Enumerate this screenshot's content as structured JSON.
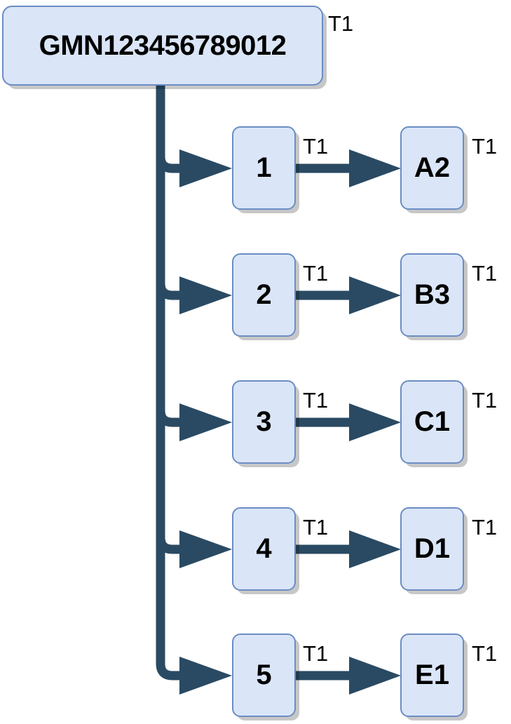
{
  "diagram": {
    "type": "tree",
    "orientation": "left-to-right",
    "colors": {
      "node_fill": "#dae5f7",
      "node_border": "#6b8dc4",
      "edge": "#2a4a63",
      "text": "#000000",
      "shadow": "#bcbcbc",
      "background": "#ffffff"
    },
    "root": {
      "label": "GMN123456789012",
      "tag": "T1"
    },
    "branches": [
      {
        "middle": {
          "label": "1",
          "tag": "T1"
        },
        "leaf": {
          "label": "A2",
          "tag": "T1"
        }
      },
      {
        "middle": {
          "label": "2",
          "tag": "T1"
        },
        "leaf": {
          "label": "B3",
          "tag": "T1"
        }
      },
      {
        "middle": {
          "label": "3",
          "tag": "T1"
        },
        "leaf": {
          "label": "C1",
          "tag": "T1"
        }
      },
      {
        "middle": {
          "label": "4",
          "tag": "T1"
        },
        "leaf": {
          "label": "D1",
          "tag": "T1"
        }
      },
      {
        "middle": {
          "label": "5",
          "tag": "T1"
        },
        "leaf": {
          "label": "E1",
          "tag": "T1"
        }
      }
    ]
  }
}
